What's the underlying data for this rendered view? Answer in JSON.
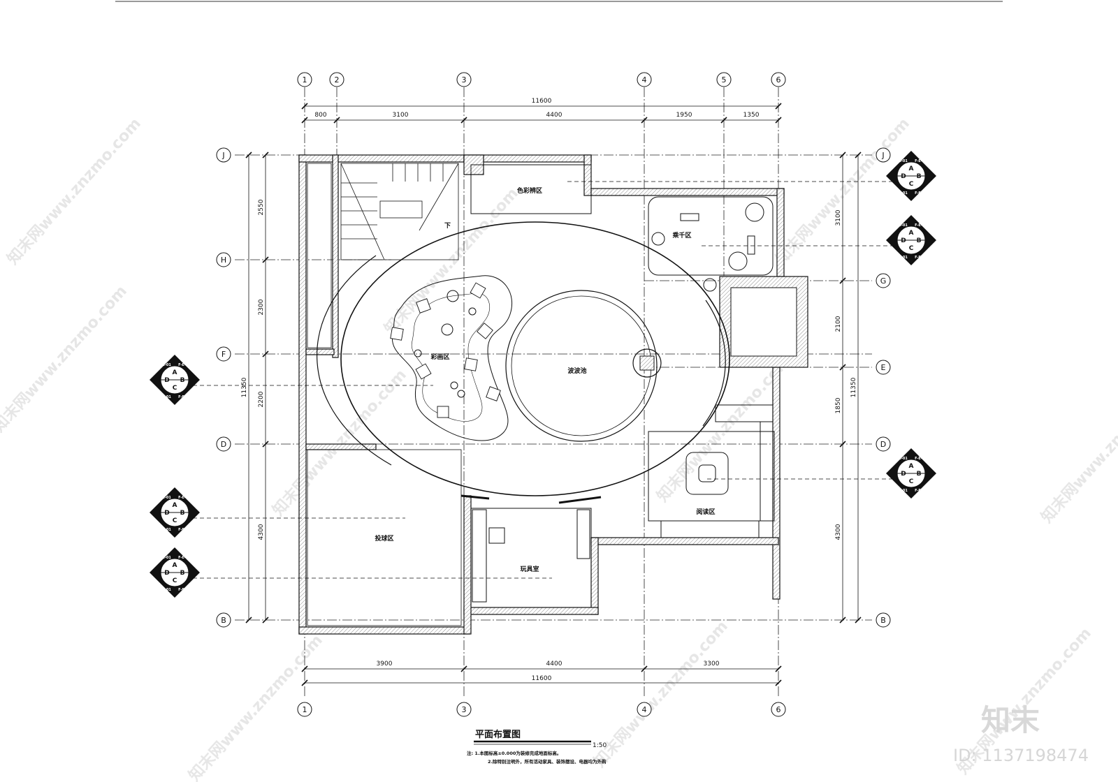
{
  "axes_top": [
    "1",
    "2",
    "3",
    "4",
    "5",
    "6"
  ],
  "axes_bottom": [
    "1",
    "3",
    "4",
    "6"
  ],
  "axes_left": [
    "J",
    "H",
    "F",
    "D",
    "B"
  ],
  "axes_right": [
    "J",
    "G",
    "E",
    "D",
    "B"
  ],
  "dims_top": {
    "total": "11600",
    "segments": [
      "800",
      "3100",
      "4400",
      "1950",
      "1350"
    ]
  },
  "dims_bottom": {
    "total": "11600",
    "segments": [
      "3900",
      "4400",
      "3300"
    ]
  },
  "dims_left": {
    "total": "11350",
    "segments": [
      "2550",
      "2300",
      "2200",
      "4300"
    ]
  },
  "dims_right": {
    "total": "11350",
    "segments": [
      "3100",
      "2100",
      "1850",
      "4300"
    ]
  },
  "rooms": {
    "color_area": "色彩辨区",
    "hand_area": "乘千区",
    "paint_area": "彩画区",
    "wave_pool": "波波池",
    "reading_area": "阅读区",
    "ball_area": "投球区",
    "toy_room": "玩具室",
    "stair_down": "下"
  },
  "elev_marker": {
    "top": "A",
    "left": "D",
    "right": "B",
    "bottom": "C",
    "code": "F-E-01"
  },
  "title": "平面布置图",
  "scale": "1:50",
  "notes": [
    "注: 1.本图标高±0.000为装修完成地面标高。",
    "2.除特别注明外，所有活动家具、装饰摆设、电器均为外购"
  ],
  "watermark_text": "知末网www.znzmo.com",
  "logo_text": "知末",
  "id_text": "ID: 1137198474"
}
